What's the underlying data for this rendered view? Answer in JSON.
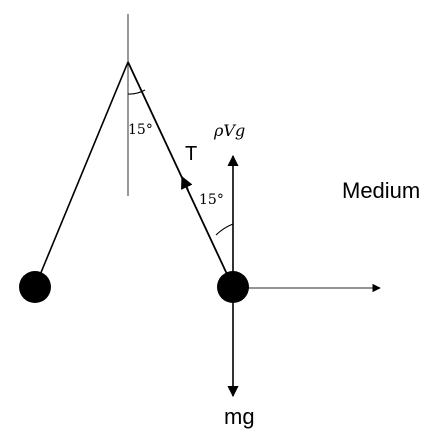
{
  "labels": {
    "angle_left": "15°",
    "angle_right": "15°",
    "tension": "T",
    "buoyancy": "ρVg",
    "weight": "mg",
    "medium": "Medium"
  },
  "colors": {
    "ink": "#000000",
    "arrow": "#1a1a1a",
    "thin_line": "#555555"
  }
}
